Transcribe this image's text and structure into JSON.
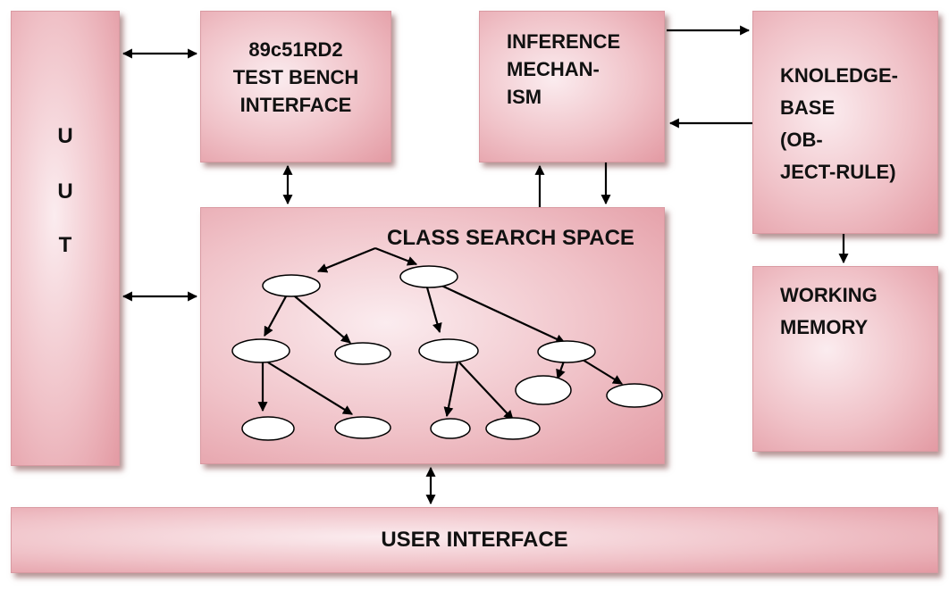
{
  "uut": {
    "letters": [
      "U",
      "U",
      "T"
    ]
  },
  "test_bench": {
    "text": "89c51RD2\nTEST BENCH\nINTERFACE"
  },
  "inference": {
    "text": "INFERENCE\nMECHAN-\nISM"
  },
  "knowledge_base": {
    "text": "KNOLEDGE-\nBASE\n(OB-\nJECT-RULE)"
  },
  "class_search": {
    "title": "CLASS SEARCH SPACE"
  },
  "working_memory": {
    "text": "WORKING\nMEMORY"
  },
  "user_interface": {
    "label": "USER INTERFACE"
  },
  "colors": {
    "box_fill": "#f0c2c8",
    "box_edge": "#e39aa3",
    "node_fill": "#ffffff",
    "line": "#000000"
  }
}
